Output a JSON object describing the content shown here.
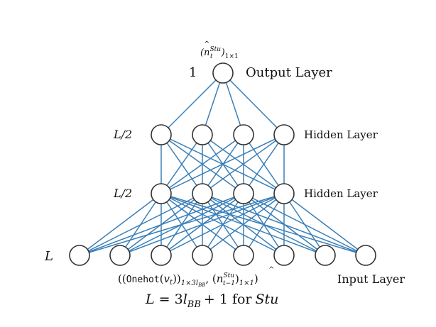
{
  "output": {
    "count": "1",
    "symbol": "n",
    "symbol_hat": "^",
    "sup": "Stu",
    "sub": "t",
    "shape": "1×1",
    "label": "Output Layer"
  },
  "hidden1": {
    "count": "L/2",
    "label": "Hidden Layer"
  },
  "hidden2": {
    "count": "L/2",
    "label": "Hidden Layer"
  },
  "input": {
    "count": "L",
    "label": "Input Layer",
    "onehot": "Onehot",
    "var": "v",
    "var_sub": "t",
    "shape_a": "1×3l",
    "shape_a_sub": "BB",
    "prev_symbol": "n",
    "prev_hat": "^",
    "prev_sup": "Stu",
    "prev_sub": "t−1",
    "shape_b": "1×1"
  },
  "equation": {
    "lhs": "L",
    "eq": "= 3",
    "l": "l",
    "l_sub": "BB",
    "rest": "+ 1 for",
    "stu": "Stu"
  },
  "layers": [
    {
      "name": "input",
      "nodes": 8
    },
    {
      "name": "hidden2",
      "nodes": 4
    },
    {
      "name": "hidden1",
      "nodes": 4
    },
    {
      "name": "output",
      "nodes": 1
    }
  ],
  "colors": {
    "edge": "#3a7fb8",
    "node_stroke": "#333333"
  }
}
